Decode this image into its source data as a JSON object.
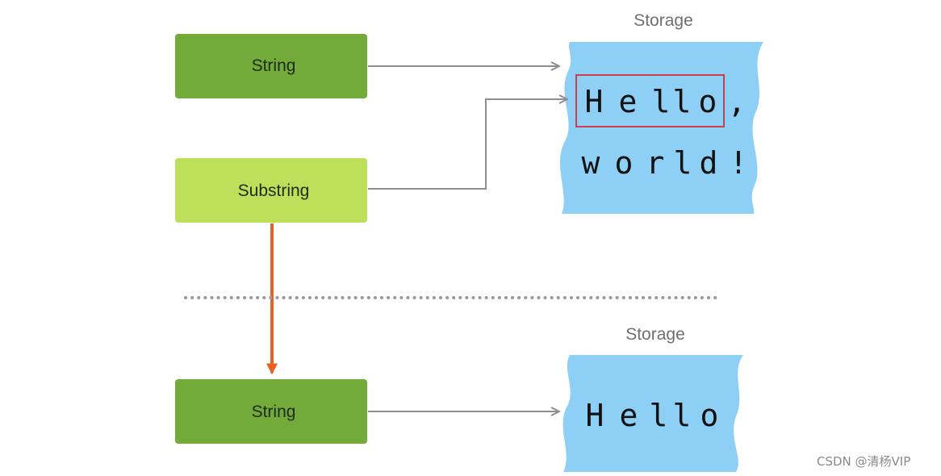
{
  "storage_top": {
    "label": "Storage",
    "line1_chars": [
      "H",
      "e",
      "l",
      "l",
      "o",
      ","
    ],
    "line2_chars": [
      "w",
      "o",
      "r",
      "l",
      "d",
      "!"
    ]
  },
  "storage_bottom": {
    "label": "Storage",
    "chars": [
      "H",
      "e",
      "l",
      "l",
      "o"
    ]
  },
  "boxes": {
    "string_top": "String",
    "substring": "Substring",
    "string_bottom": "String"
  },
  "colors": {
    "string_box": "#72ab3a",
    "substring_box": "#bde05a",
    "storage_fill": "#8ecff5",
    "arrow": "#8e8e8e",
    "conversion_arrow": "#e8621e",
    "highlight": "#c9404a"
  },
  "watermark": "CSDN @清杨VIP"
}
